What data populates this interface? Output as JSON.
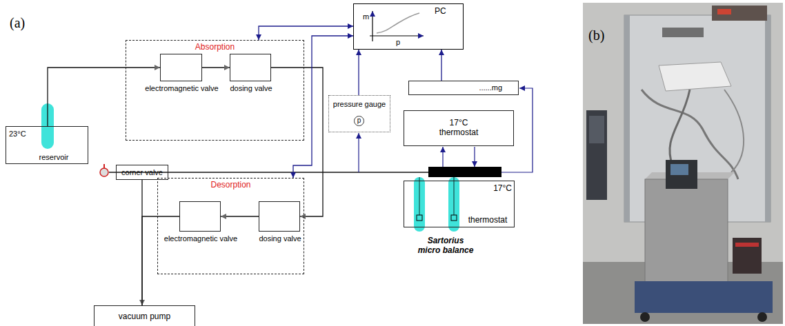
{
  "diagram": {
    "nodes": [
      {
        "text": [
          "Absorption"
        ]
      },
      {
        "text": [
          "electromagnetic valve"
        ],
        "in": 0
      },
      {
        "text": [
          "dosing valve"
        ],
        "in": 0
      },
      {
        "text": [
          "m",
          "p",
          "PC"
        ]
      },
      {
        "text": [
          "23°C",
          "reservoir"
        ]
      },
      {
        "text": [
          "pressure gauge",
          "p"
        ]
      },
      {
        "text": [
          "......mg"
        ]
      },
      {
        "text": [
          "17°C thermostat"
        ]
      },
      {
        "text": [
          "corner valve"
        ]
      },
      {
        "text": [
          "17°C",
          "thermostat"
        ]
      },
      {
        "text": [
          "Desorption"
        ]
      },
      {
        "text": [
          "electromagnetic valve"
        ],
        "in": 10
      },
      {
        "text": [
          "dosing valve"
        ],
        "in": 10
      },
      {
        "text": [
          "vacuum pump"
        ]
      }
    ],
    "edges": [
      {
        "from": 4,
        "to": 1,
        "arrow": "to"
      },
      {
        "from": 1,
        "to": 2,
        "arrow": "to"
      },
      {
        "from": 2,
        "to": 12,
        "arrow": "to"
      },
      {
        "from": 12,
        "to": 11,
        "arrow": "to"
      },
      {
        "from": 11,
        "to": 13,
        "arrow": "to"
      },
      {
        "from": 8,
        "to": 13,
        "arrow": "none"
      },
      {
        "from": 3,
        "to": 0,
        "arrow": "both"
      },
      {
        "from": 3,
        "to": 10,
        "arrow": "both"
      },
      {
        "from": 5,
        "to": 3,
        "arrow": "to"
      },
      {
        "from": 6,
        "to": 3,
        "arrow": "to"
      }
    ],
    "labels": [
      "(a)",
      "(b)",
      "Sartorius micro balance"
    ]
  }
}
